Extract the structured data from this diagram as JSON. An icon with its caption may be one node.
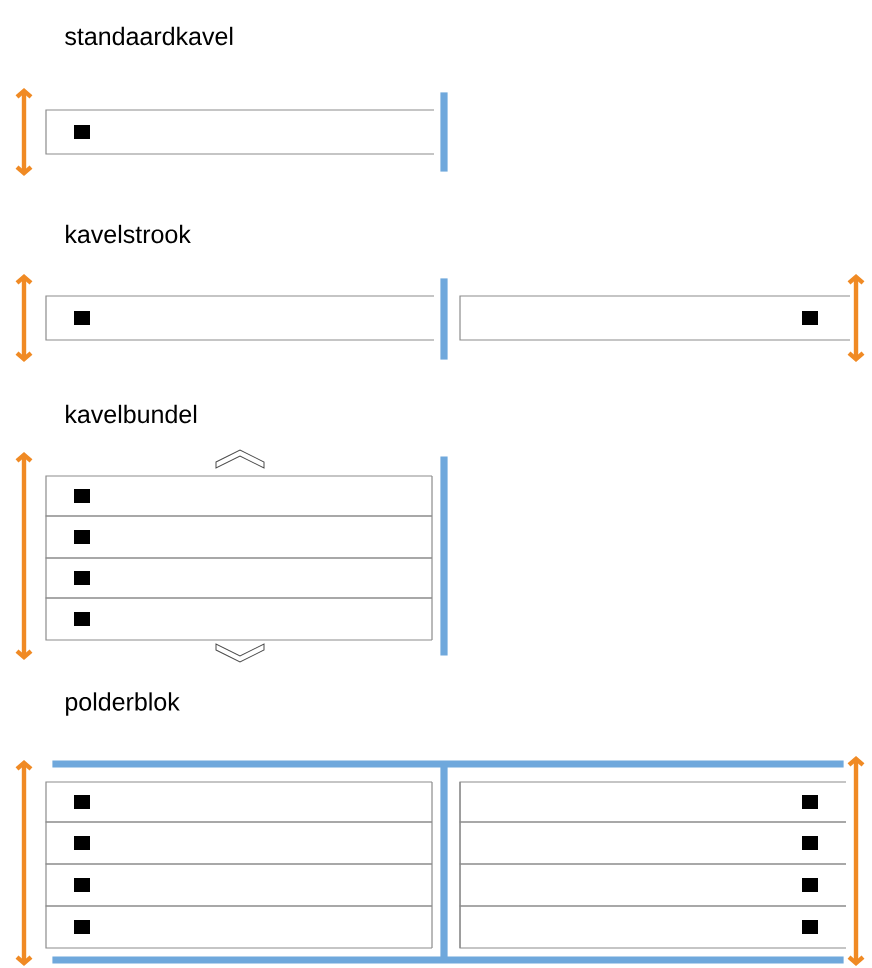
{
  "diagram": {
    "labels": [
      "standaardkavel",
      "kavelstrook",
      "kavelbundel",
      "polderblok"
    ]
  }
}
